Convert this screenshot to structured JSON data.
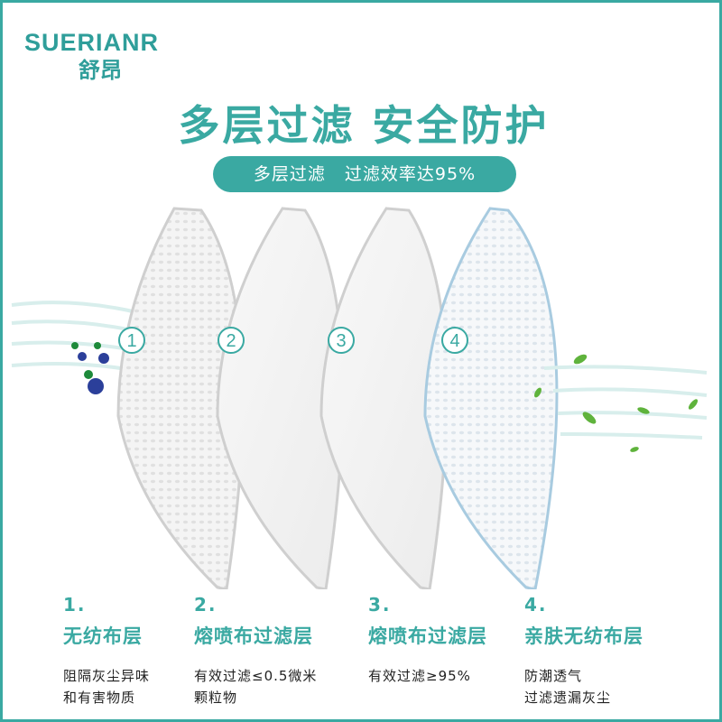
{
  "brand": {
    "name_en": "SUERIANR",
    "name_cn": "舒昂"
  },
  "headline": "多层过滤 安全防护",
  "pill": {
    "part1": "多层过滤",
    "part2": "过滤效率达95%"
  },
  "badges": [
    "1",
    "2",
    "3",
    "4"
  ],
  "layers": [
    {
      "number": "1.",
      "title": "无纺布层",
      "desc_line1": "阻隔灰尘异味",
      "desc_line2": "和有害物质"
    },
    {
      "number": "2.",
      "title": "熔喷布过滤层",
      "desc_line1": "有效过滤≤0.5微米",
      "desc_line2": "颗粒物"
    },
    {
      "number": "3.",
      "title": "熔喷布过滤层",
      "desc_line1": "有效过滤≥95%",
      "desc_line2": ""
    },
    {
      "number": "4.",
      "title": "亲肤无纺布层",
      "desc_line1": "防潮透气",
      "desc_line2": "过滤遗漏灰尘"
    }
  ],
  "colors": {
    "accent": "#3aa9a2",
    "text": "#222222",
    "layer4_edge": "#a8cbe0"
  },
  "icons": [
    "virus-icon",
    "leaf-icon",
    "airflow-icon"
  ]
}
